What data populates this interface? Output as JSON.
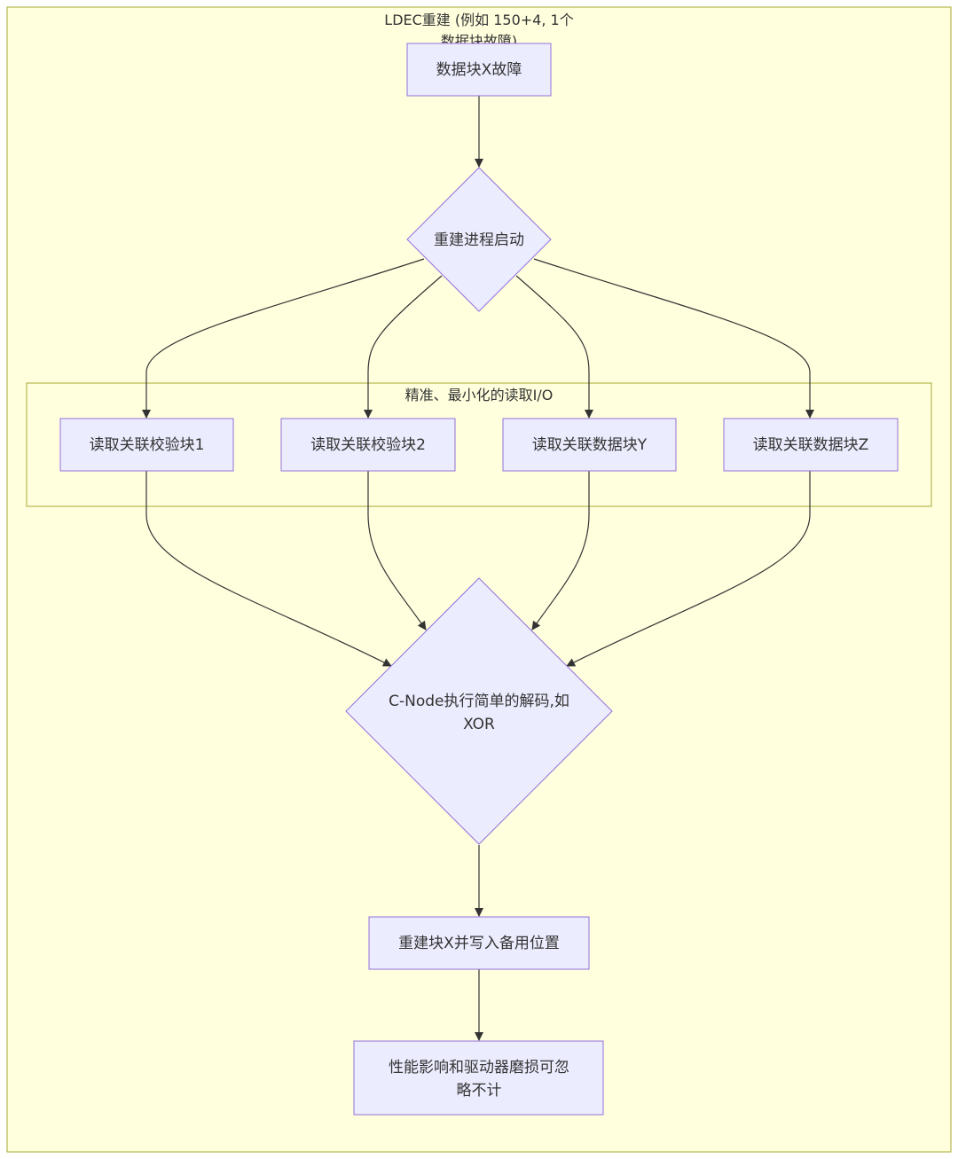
{
  "diagram": {
    "outer_cluster": {
      "title_line1": "LDEC重建 (例如 150+4, 1个",
      "title_line2": "数据块故障)"
    },
    "inner_cluster": {
      "title": "精准、最小化的读取I/O"
    },
    "nodes": {
      "failed_block": "数据块X故障",
      "rebuild_start": "重建进程启动",
      "read_parity_1": "读取关联校验块1",
      "read_parity_2": "读取关联校验块2",
      "read_data_y": "读取关联数据块Y",
      "read_data_z": "读取关联数据块Z",
      "decode_line1": "C-Node执行简单的解码,如",
      "decode_line2": "XOR",
      "write_block_x": "重建块X并写入备用位置",
      "impact_line1": "性能影响和驱动器磨损可忽",
      "impact_line2": "略不计"
    },
    "colors": {
      "cluster_fill": "#ffffde",
      "cluster_stroke": "#aaaa33",
      "node_fill": "#ececff",
      "node_stroke": "#9370db",
      "edge": "#333333",
      "text": "#333333"
    }
  }
}
